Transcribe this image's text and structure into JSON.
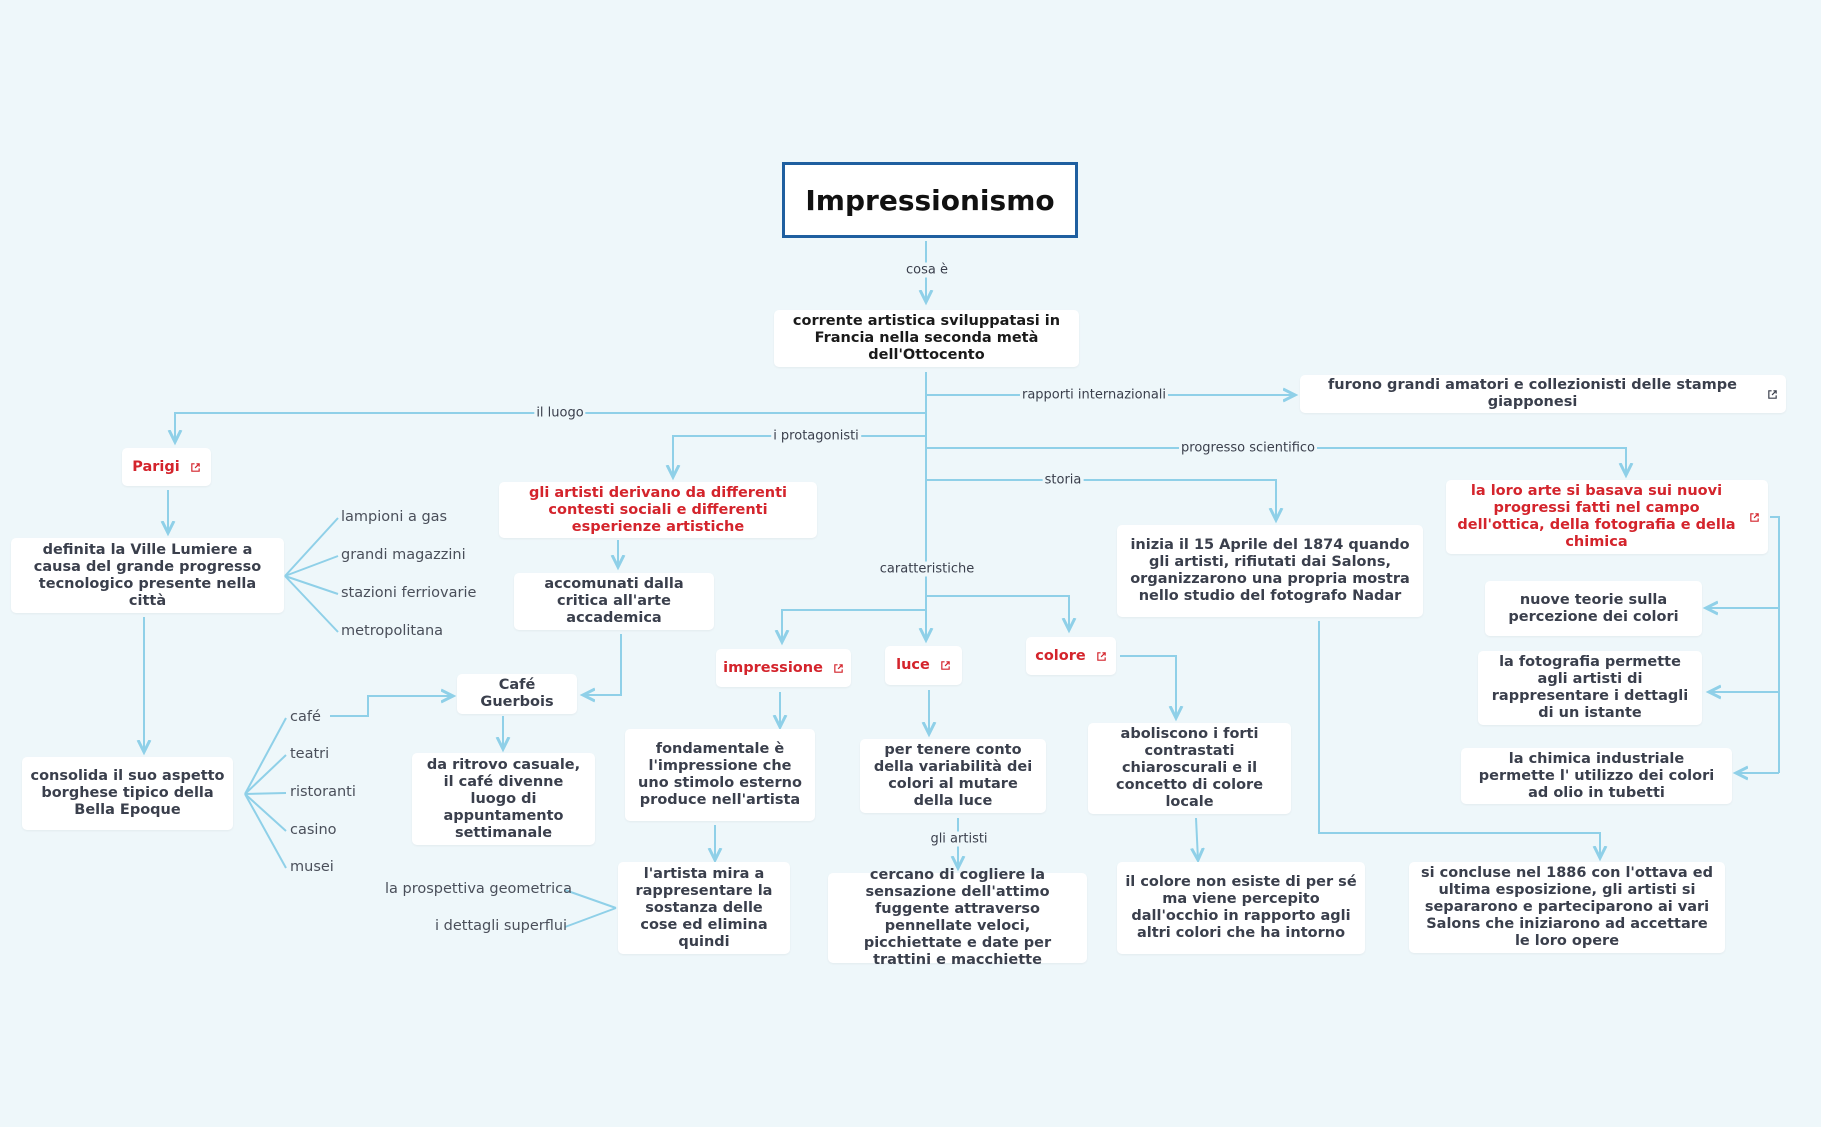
{
  "root": "Impressionismo",
  "edge_labels": {
    "cosa_e": "cosa è",
    "il_luogo": "il luogo",
    "i_protagonisti": "i protagonisti",
    "rapporti": "rapporti internazionali",
    "progresso": "progresso scientifico",
    "storia": "storia",
    "caratteristiche": "caratteristiche",
    "gli_artisti": "gli artisti"
  },
  "nodes": {
    "definition": "corrente artistica sviluppatasi in Francia nella seconda metà dell'Ottocento",
    "giapponesi": "furono grandi amatori e collezionisti delle stampe giapponesi",
    "parigi": "Parigi",
    "ville_lumiere": "definita la Ville Lumiere a causa del grande progresso tecnologico presente nella città",
    "borghese": "consolida il suo aspetto borghese tipico della Bella Epoque",
    "artisti_contesti": "gli artisti derivano da differenti contesti sociali e differenti esperienze artistiche",
    "accomunati": "accomunati dalla critica all'arte accademica",
    "cafe_guerbois": "Café Guerbois",
    "ritrovo": "da ritrovo casuale, il café divenne luogo di appuntamento settimanale",
    "impressione": "impressione",
    "fondamentale": "fondamentale è l'impressione che uno stimolo esterno produce nell'artista",
    "sostanza": "l'artista mira a rappresentare la sostanza delle cose ed elimina quindi",
    "luce": "luce",
    "variabilita": "per tenere conto della variabilità dei colori al mutare della luce",
    "cogliere": "cercano di cogliere la sensazione dell'attimo fuggente attraverso pennellate veloci, picchiettate e date per trattini e macchiette",
    "colore": "colore",
    "aboliscono": "aboliscono i forti contrastati chiaroscurali e il concetto di colore locale",
    "colore_non_esiste": "il colore non esiste di per sé ma viene percepito dall'occhio in rapporto agli altri colori che ha intorno",
    "inizia": "inizia il 15 Aprile del 1874 quando gli artisti, rifiutati dai Salons, organizzarono una propria mostra nello studio del fotografo Nadar",
    "concluse": "si concluse nel 1886 con l'ottava ed ultima esposizione, gli artisti si separarono e parteciparono ai vari Salons che iniziarono ad accettare le loro opere",
    "progressi": "la loro arte si basava sui nuovi progressi fatti nel campo dell'ottica, della fotografia e della chimica",
    "teorie": "nuove teorie sulla percezione dei colori",
    "fotografia": "la fotografia permette agli artisti di rappresentare i dettagli di un istante",
    "chimica": "la chimica industriale permette l' utilizzo dei colori ad olio in tubetti"
  },
  "leaves": {
    "lampioni": "lampioni a gas",
    "magazzini": "grandi magazzini",
    "stazioni": "stazioni ferriovarie",
    "metropolitana": "metropolitana",
    "cafe": "café",
    "teatri": "teatri",
    "ristoranti": "ristoranti",
    "casino": "casino",
    "musei": "musei",
    "prospettiva": "la prospettiva geometrica",
    "dettagli": "i dettagli superflui"
  },
  "colors": {
    "line": "#8fd0e8",
    "accent_red": "#d4242c",
    "root_border": "#1f5fa0",
    "background": "#eef7fa"
  },
  "icons": {
    "link": "external-link-icon"
  }
}
